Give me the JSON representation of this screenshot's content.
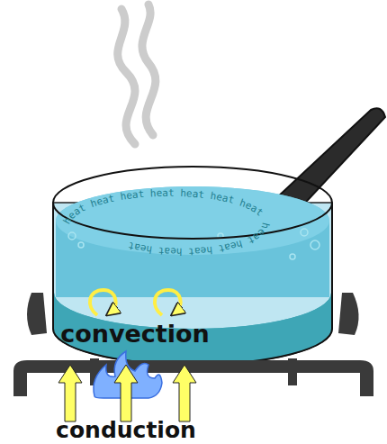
{
  "diagram": {
    "labels": [
      "heat heat heat heat heat heat heat heat heat heat heat heat",
      "convection",
      "conduction"
    ]
  }
}
